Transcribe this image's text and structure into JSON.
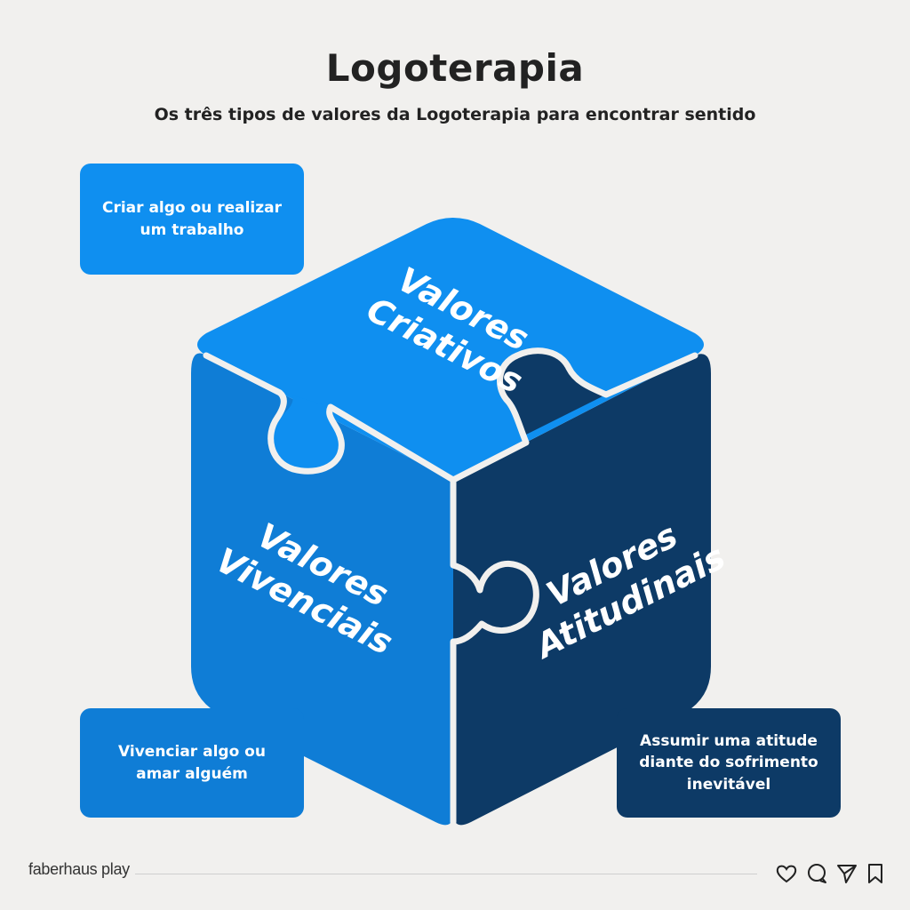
{
  "header": {
    "title": "Logoterapia",
    "subtitle": "Os três tipos de valores da Logoterapia para encontrar sentido"
  },
  "cube": {
    "top_label": [
      "Valores",
      "Criativos"
    ],
    "left_label": [
      "Valores",
      "Vivenciais"
    ],
    "right_label": [
      "Valores",
      "Atitudinais"
    ],
    "colors": {
      "top": "#0f8ff0",
      "left": "#0f7dd6",
      "right": "#0d3a66",
      "seam": "#f1f0ee"
    }
  },
  "boxes": {
    "criar": "Criar algo ou realizar um trabalho",
    "vivenciar": "Vivenciar algo ou amar alguém",
    "assumir": "Assumir uma atitude diante do sofrimento inevitável"
  },
  "footer": {
    "brand": "faberhaus play",
    "icons": [
      "heart-icon",
      "comment-icon",
      "send-icon",
      "bookmark-icon"
    ]
  }
}
